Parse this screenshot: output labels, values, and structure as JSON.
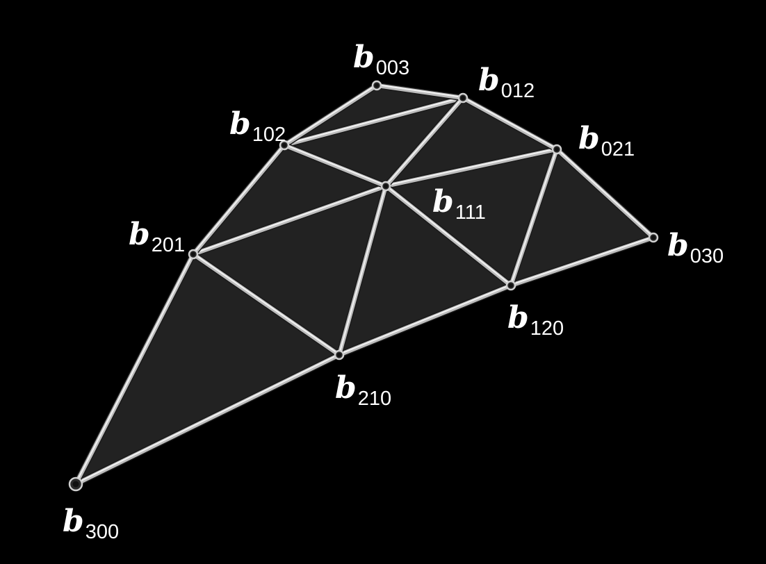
{
  "diagram": {
    "colors": {
      "background": "#000000",
      "patch_fill": "#222222",
      "edge": "#bdbdbd",
      "label": "#ffffff"
    },
    "control_points": [
      {
        "id": "b300",
        "letter": "b",
        "subscript": "300"
      },
      {
        "id": "b210",
        "letter": "b",
        "subscript": "210"
      },
      {
        "id": "b120",
        "letter": "b",
        "subscript": "120"
      },
      {
        "id": "b030",
        "letter": "b",
        "subscript": "030"
      },
      {
        "id": "b201",
        "letter": "b",
        "subscript": "201"
      },
      {
        "id": "b111",
        "letter": "b",
        "subscript": "111"
      },
      {
        "id": "b021",
        "letter": "b",
        "subscript": "021"
      },
      {
        "id": "b102",
        "letter": "b",
        "subscript": "102"
      },
      {
        "id": "b012",
        "letter": "b",
        "subscript": "012"
      },
      {
        "id": "b003",
        "letter": "b",
        "subscript": "003"
      }
    ],
    "triangles": [
      [
        "b300",
        "b210",
        "b201"
      ],
      [
        "b210",
        "b120",
        "b111"
      ],
      [
        "b120",
        "b030",
        "b021"
      ],
      [
        "b201",
        "b111",
        "b102"
      ],
      [
        "b111",
        "b021",
        "b012"
      ],
      [
        "b102",
        "b012",
        "b003"
      ],
      [
        "b210",
        "b111",
        "b201"
      ],
      [
        "b120",
        "b021",
        "b111"
      ],
      [
        "b111",
        "b012",
        "b102"
      ]
    ],
    "edges": [
      [
        "b300",
        "b210"
      ],
      [
        "b210",
        "b120"
      ],
      [
        "b120",
        "b030"
      ],
      [
        "b201",
        "b111"
      ],
      [
        "b111",
        "b021"
      ],
      [
        "b102",
        "b012"
      ],
      [
        "b300",
        "b201"
      ],
      [
        "b201",
        "b102"
      ],
      [
        "b102",
        "b003"
      ],
      [
        "b210",
        "b111"
      ],
      [
        "b111",
        "b012"
      ],
      [
        "b120",
        "b021"
      ],
      [
        "b030",
        "b021"
      ],
      [
        "b021",
        "b012"
      ],
      [
        "b012",
        "b003"
      ],
      [
        "b201",
        "b210"
      ],
      [
        "b102",
        "b111"
      ],
      [
        "b111",
        "b120"
      ],
      [
        "b003",
        "b012"
      ],
      [
        "b012",
        "b021"
      ]
    ]
  }
}
